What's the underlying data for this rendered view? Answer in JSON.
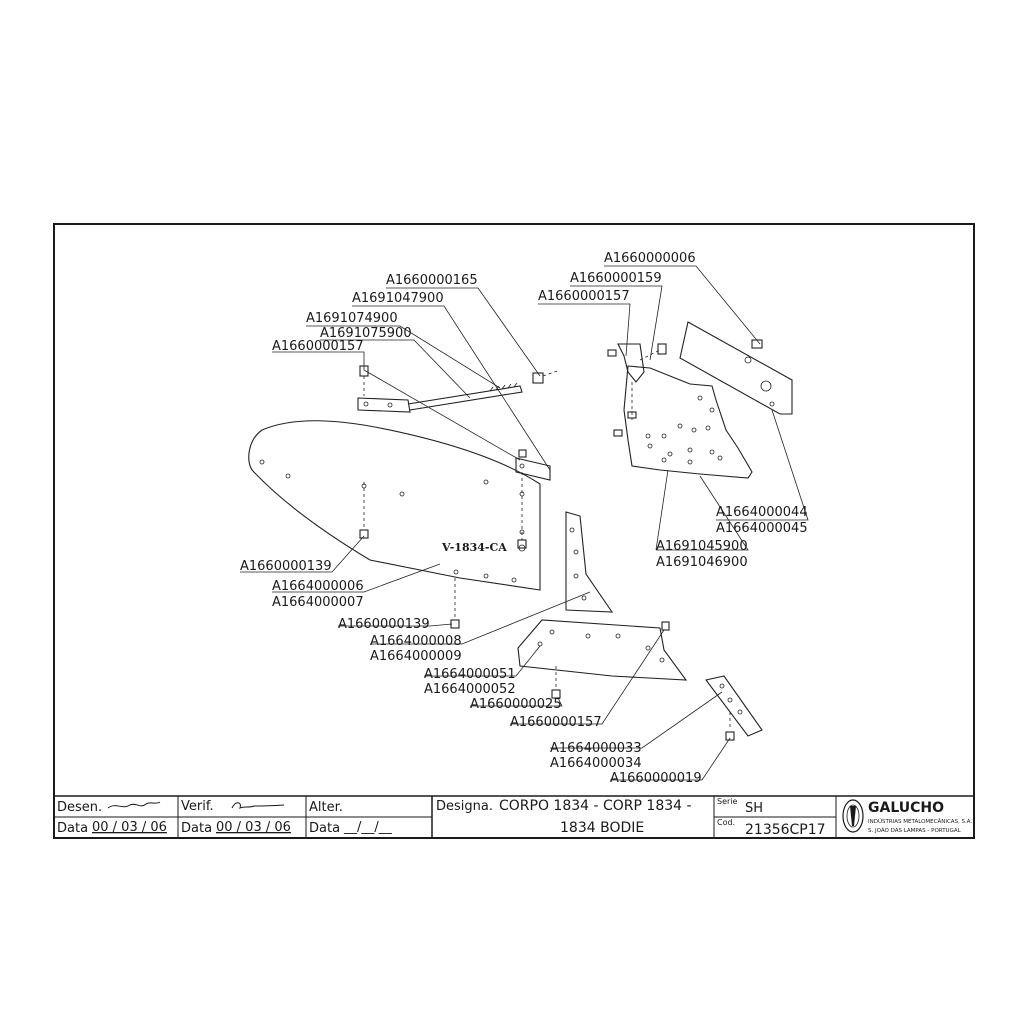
{
  "callouts": [
    "A1660000165",
    "A1691047900",
    "A1691074900",
    "A1691075900",
    "A1660000157",
    "A1660000006",
    "A1660000159",
    "A1660000157",
    "A1664000044",
    "A1664000045",
    "A1691045900",
    "A1691046900",
    "V-1834-CA",
    "A1660000139",
    "A1664000006",
    "A1664000007",
    "A1660000139",
    "A1664000008",
    "A1664000009",
    "A1664000051",
    "A1664000052",
    "A1660000025",
    "A1660000157",
    "A1664000033",
    "A1664000034",
    "A1660000019"
  ],
  "title_block": {
    "desen_label": "Desen.",
    "verif_label": "Verif.",
    "alter_label": "Alter.",
    "data_label": "Data",
    "date_desen": "00 / 03 / 06",
    "date_verif": "00 / 03 / 06",
    "date_alter": "__/__/__",
    "designa_label": "Designa.",
    "designation_line1": "CORPO 1834 - CORP 1834 -",
    "designation_line2": "1834 BODIE",
    "serie_label": "Serie",
    "serie_value": "SH",
    "cod_label": "Cod.",
    "cod_value": "21356CP17",
    "company_name": "GALUCHO",
    "company_sub": "INDÚSTRIAS METALOMECÂNICAS, S.A.",
    "company_addr": "S. JOÃO DAS LAMPAS - PORTUGAL"
  },
  "colors": {
    "ink": "#1a1a1a",
    "paper": "#ffffff"
  }
}
